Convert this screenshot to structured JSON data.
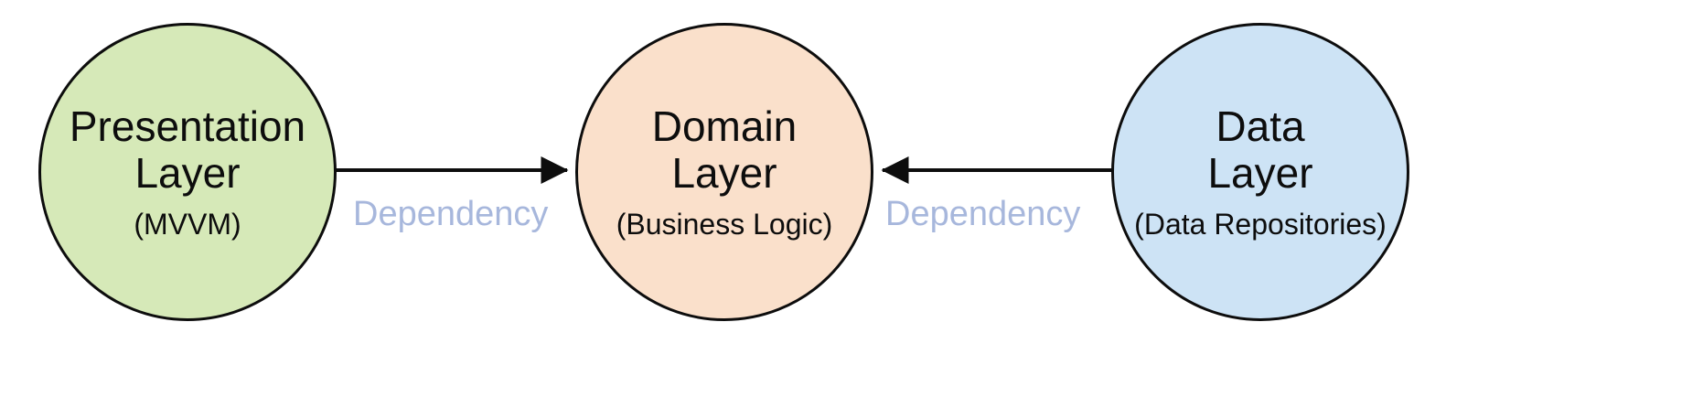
{
  "diagram": {
    "type": "clean-architecture-dependency-diagram",
    "background_color": "#ffffff",
    "nodes": [
      {
        "id": "presentation",
        "title": "Presentation\nLayer",
        "title_line1": "Presentation",
        "title_line2": "Layer",
        "subtitle": "(MVVM)",
        "fill_color": "#d6e9b8",
        "stroke_color": "#0d0d0d",
        "shape": "circle"
      },
      {
        "id": "domain",
        "title": "Domain\nLayer",
        "title_line1": "Domain",
        "title_line2": "Layer",
        "subtitle": "(Business Logic)",
        "fill_color": "#fae0cb",
        "stroke_color": "#0d0d0d",
        "shape": "circle"
      },
      {
        "id": "data",
        "title": "Data\nLayer",
        "title_line1": "Data",
        "title_line2": "Layer",
        "subtitle": "(Data Repositories)",
        "fill_color": "#cde3f5",
        "stroke_color": "#0d0d0d",
        "shape": "circle"
      }
    ],
    "edges": [
      {
        "id": "presentation-to-domain",
        "from": "presentation",
        "to": "domain",
        "label": "Dependency",
        "label_color": "#a7b7dc",
        "line_color": "#0d0d0d",
        "direction": "right"
      },
      {
        "id": "data-to-domain",
        "from": "data",
        "to": "domain",
        "label": "Dependency",
        "label_color": "#a7b7dc",
        "line_color": "#0d0d0d",
        "direction": "left"
      }
    ]
  }
}
